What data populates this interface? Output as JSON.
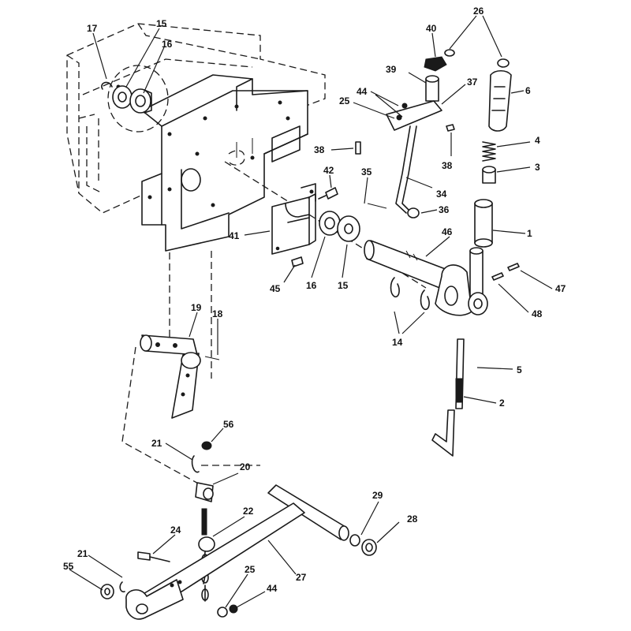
{
  "callouts": {
    "c1": "1",
    "c2": "2",
    "c3": "3",
    "c4": "4",
    "c5": "5",
    "c6": "6",
    "c14": "14",
    "c15a": "15",
    "c15b": "15",
    "c16a": "16",
    "c16b": "16",
    "c17": "17",
    "c18": "18",
    "c19": "19",
    "c20": "20",
    "c21a": "21",
    "c21b": "21",
    "c22": "22",
    "c24": "24",
    "c25a": "25",
    "c25b": "25",
    "c26": "26",
    "c27": "27",
    "c28": "28",
    "c29": "29",
    "c34": "34",
    "c35": "35",
    "c36": "36",
    "c37": "37",
    "c38a": "38",
    "c38b": "38",
    "c39": "39",
    "c40": "40",
    "c41": "41",
    "c42": "42",
    "c44a": "44",
    "c44b": "44",
    "c45": "45",
    "c46": "46",
    "c47": "47",
    "c48": "48",
    "c55": "55",
    "c56": "56"
  }
}
